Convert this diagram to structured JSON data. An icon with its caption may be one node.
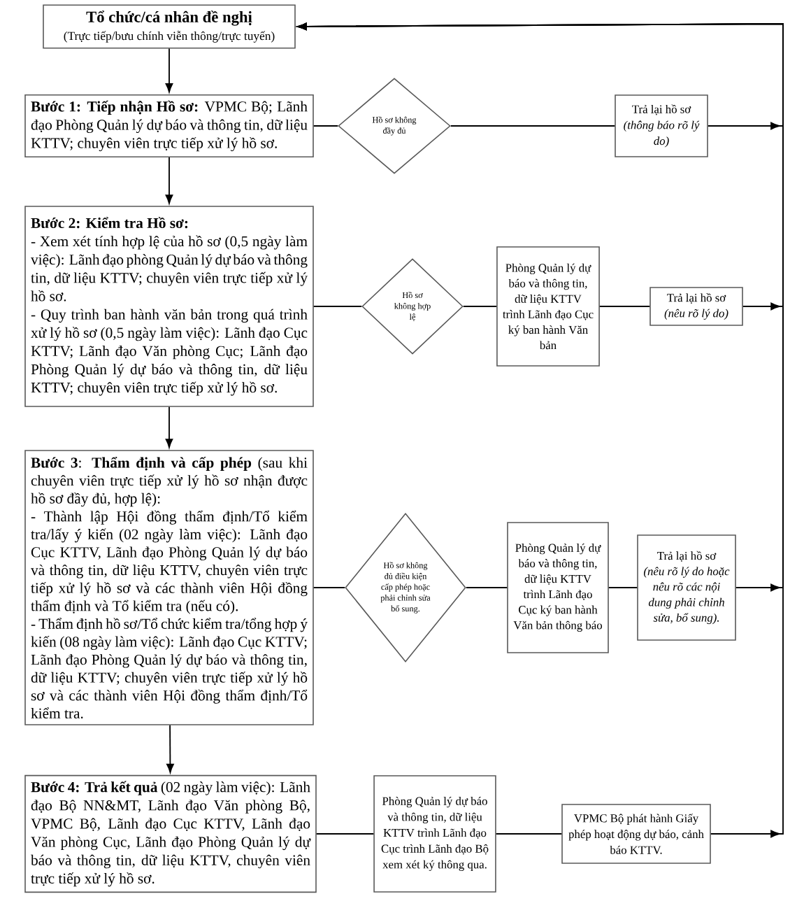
{
  "diagram": {
    "nodes": [
      {
        "text": [
          "Tổ chức/cá nhân đề nghị",
          "(Trực tiếp/bưu chính viễn thông/trực tuyến)"
        ]
      },
      {
        "text": [
          "**Bước 1: Tiếp nhận Hồ sơ:** VPMC Bộ; Lãnh đạo Phòng Quản lý dự báo và thông tin, dữ liệu KTTV; chuyên viên trực tiếp xử lý hồ sơ."
        ]
      },
      {
        "text": [
          "Hồ sơ không đầy đủ"
        ]
      },
      {
        "text": [
          "Trả lại hồ sơ",
          "(thông báo rõ lý do)"
        ]
      },
      {
        "text": [
          "Bước 2: Kiểm tra Hồ sơ:",
          "- Xem xét tính hợp lệ của hồ sơ (0,5 ngày làm việc): Lãnh đạo phòng Quản lý dự báo và thông tin, dữ liệu KTTV; chuyên viên trực tiếp xử lý hồ sơ.",
          "- Quy trình ban hành văn bản trong quá trình xử lý hồ sơ (0,5 ngày làm việc): Lãnh đạo Cục KTTV; Lãnh đạo Văn phòng Cục; Lãnh đạo Phòng Quản lý dự báo và thông tin, dữ liệu KTTV; chuyên viên trực tiếp xử lý hồ sơ."
        ]
      },
      {
        "text": [
          "Hồ sơ không hợp lệ"
        ]
      },
      {
        "text": [
          "Phòng Quản lý dự báo và thông tin, dữ liệu KTTV trình Lãnh đạo Cục ký ban hành Văn bản"
        ]
      },
      {
        "text": [
          "Trả lại hồ sơ",
          "(nêu rõ lý do)"
        ]
      },
      {
        "text": [
          "**Bước 3**: **Thẩm định và cấp phép** (sau khi chuyên viên trực tiếp xử lý hồ sơ nhận được hồ sơ đầy đủ, hợp lệ):",
          "- Thành lập Hội đồng thẩm định/Tổ kiểm tra/lấy ý kiến (02 ngày làm việc): Lãnh đạo Cục KTTV, Lãnh đạo Phòng Quản lý dự báo và thông tin, dữ liệu KTTV, chuyên viên trực tiếp xử lý hồ sơ và các thành viên Hội đồng thẩm định và Tổ kiểm tra (nếu có).",
          "- Thẩm định hồ sơ/Tổ chức kiểm tra/tổng hợp ý kiến (08 ngày làm việc): Lãnh đạo Cục KTTV; Lãnh đạo Phòng Quản lý dự báo và thông tin, dữ liệu KTTV; chuyên viên trực tiếp xử lý hồ sơ và các thành viên Hội đồng thẩm định/Tổ kiểm tra."
        ]
      },
      {
        "text": [
          "Hồ sơ không đủ điều kiện cấp phép hoặc phải chỉnh sửa bổ sung."
        ]
      },
      {
        "text": [
          "Phòng Quản lý dự báo và thông tin, dữ liệu KTTV trình Lãnh đạo Cục ký ban hành Văn bản thông báo"
        ]
      },
      {
        "text": [
          "Trả lại hồ sơ",
          "(nêu rõ lý do hoặc nêu rõ các nội dung phải chỉnh sửa, bổ sung)."
        ]
      },
      {
        "text": [
          "**Bước 4: Trả kết quả** (02 ngày làm việc): Lãnh đạo Bộ NN&MT, Lãnh đạo Văn phòng Bộ, VPMC Bộ, Lãnh đạo Cục KTTV, Lãnh đạo Văn phòng Cục, Lãnh đạo Phòng Quản lý dự báo và thông tin, dữ liệu KTTV, chuyên viên trực tiếp xử lý hồ sơ."
        ]
      },
      {
        "text": [
          "Phòng Quản lý dự báo và thông tin, dữ liệu KTTV trình Lãnh đạo Cục trình Lãnh đạo Bộ xem xét ký thông qua."
        ]
      },
      {
        "text": [
          "VPMC Bộ phát hành Giấy phép hoạt động dự báo, cảnh báo KTTV."
        ]
      }
    ],
    "edges": [
      {
        "from": 0,
        "to": 1,
        "arrow": "to"
      },
      {
        "from": 1,
        "to": 2,
        "arrow": "none"
      },
      {
        "from": 2,
        "to": 3,
        "arrow": "none"
      },
      {
        "from": 1,
        "to": 4,
        "arrow": "to"
      },
      {
        "from": 4,
        "to": 5,
        "arrow": "none"
      },
      {
        "from": 5,
        "to": 6,
        "arrow": "none"
      },
      {
        "from": 6,
        "to": 7,
        "arrow": "none"
      },
      {
        "from": 4,
        "to": 8,
        "arrow": "to"
      },
      {
        "from": 8,
        "to": 9,
        "arrow": "none"
      },
      {
        "from": 9,
        "to": 10,
        "arrow": "none"
      },
      {
        "from": 10,
        "to": 11,
        "arrow": "none"
      },
      {
        "from": 8,
        "to": 12,
        "arrow": "to"
      },
      {
        "from": 12,
        "to": 13,
        "arrow": "none"
      },
      {
        "from": 13,
        "to": 14,
        "arrow": "none"
      },
      {
        "from": 3,
        "to": 0,
        "arrow": "to"
      },
      {
        "from": 7,
        "to": 0,
        "arrow": "to"
      },
      {
        "from": 11,
        "to": 0,
        "arrow": "to"
      },
      {
        "from": 14,
        "to": 0,
        "arrow": "to"
      }
    ]
  }
}
